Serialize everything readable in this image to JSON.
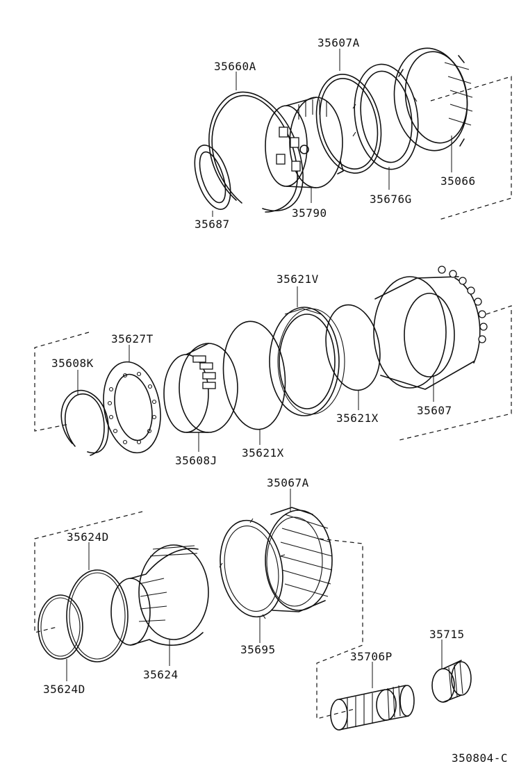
{
  "diagram": {
    "drawing_number": "350804-C",
    "parts": [
      {
        "id": "p-35660a",
        "label": "35660A"
      },
      {
        "id": "p-35607a",
        "label": "35607A"
      },
      {
        "id": "p-35687",
        "label": "35687"
      },
      {
        "id": "p-35790",
        "label": "35790"
      },
      {
        "id": "p-35676g",
        "label": "35676G"
      },
      {
        "id": "p-35066",
        "label": "35066"
      },
      {
        "id": "p-35621v",
        "label": "35621V"
      },
      {
        "id": "p-35627t",
        "label": "35627T"
      },
      {
        "id": "p-35608k",
        "label": "35608K"
      },
      {
        "id": "p-35608j",
        "label": "35608J"
      },
      {
        "id": "p-35621x-a",
        "label": "35621X"
      },
      {
        "id": "p-35621x-b",
        "label": "35621X"
      },
      {
        "id": "p-35607",
        "label": "35607"
      },
      {
        "id": "p-35067a",
        "label": "35067A"
      },
      {
        "id": "p-35624d-a",
        "label": "35624D"
      },
      {
        "id": "p-35624d-b",
        "label": "35624D"
      },
      {
        "id": "p-35624",
        "label": "35624"
      },
      {
        "id": "p-35695",
        "label": "35695"
      },
      {
        "id": "p-35715",
        "label": "35715"
      },
      {
        "id": "p-35706p",
        "label": "35706P"
      }
    ]
  }
}
